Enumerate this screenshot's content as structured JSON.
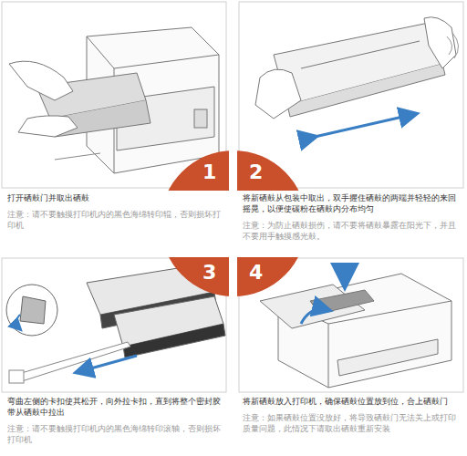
{
  "diagram": {
    "nodes": [
      {
        "text": [
          "打开硒鼓门并取出硒鼓",
          "注意：请不要触摸打印机内的黑色海绵转印辊，否则损坏打印机"
        ]
      },
      {
        "text": [
          "将新硒鼓从包装中取出，双手握住硒鼓的两端并轻轻的来回摇晃，以便使碳粉在硒鼓内分布均匀",
          "注意：为防止硒鼓损伤，请不要将硒鼓暴露在阳光下，并且不要用手触摸感光鼓。"
        ]
      },
      {
        "text": [
          "弯曲左侧的卡扣使其松开，向外拉卡扣，直到将整个密封胶带从硒鼓中拉出",
          "注意：请不要触摸打印机内的黑色海绵转印滚轴，否则损坏打印机"
        ]
      },
      {
        "text": [
          "将新硒鼓放入打印机，确保硒鼓位置放到位，合上硒鼓门",
          "注意：如果硒鼓位置没放好，将导致硒鼓门无法关上或打印质量问题，此情况下请取出硒鼓重新安装"
        ]
      }
    ],
    "labels": [
      "1",
      "2",
      "3",
      "4"
    ]
  }
}
